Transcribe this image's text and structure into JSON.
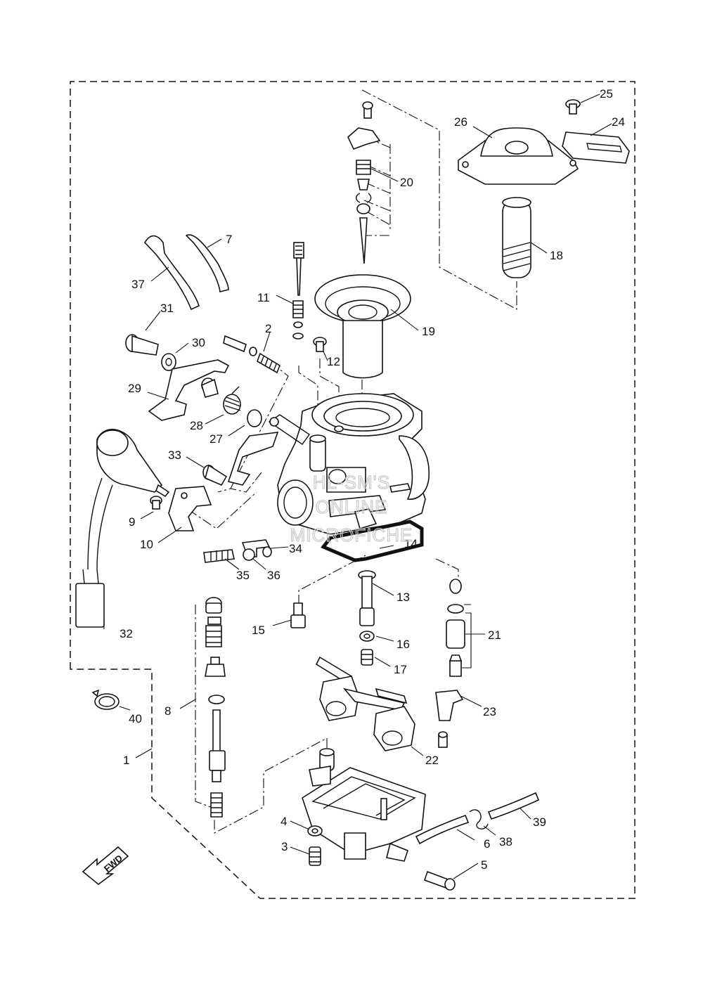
{
  "callouts": {
    "c1": "1",
    "c2": "2",
    "c3": "3",
    "c4": "4",
    "c5": "5",
    "c6": "6",
    "c7": "7",
    "c8": "8",
    "c9": "9",
    "c10": "10",
    "c11": "11",
    "c12": "12",
    "c13": "13",
    "c14": "14",
    "c15": "15",
    "c16": "16",
    "c17": "17",
    "c18": "18",
    "c19": "19",
    "c20": "20",
    "c21": "21",
    "c22": "22",
    "c23": "23",
    "c24": "24",
    "c25": "25",
    "c26": "26",
    "c27": "27",
    "c28": "28",
    "c29": "29",
    "c30": "30",
    "c31": "31",
    "c32": "32",
    "c33": "33",
    "c34": "34",
    "c35": "35",
    "c36": "36",
    "c37": "37",
    "c38": "38",
    "c39": "39",
    "c40": "40"
  },
  "watermark": {
    "line1": "HL-SM'S",
    "line2": "ONLINE",
    "line3": "MICROFICHE"
  },
  "direction_arrow": {
    "label": "FWD",
    "icon": "fwd-arrow-icon"
  }
}
